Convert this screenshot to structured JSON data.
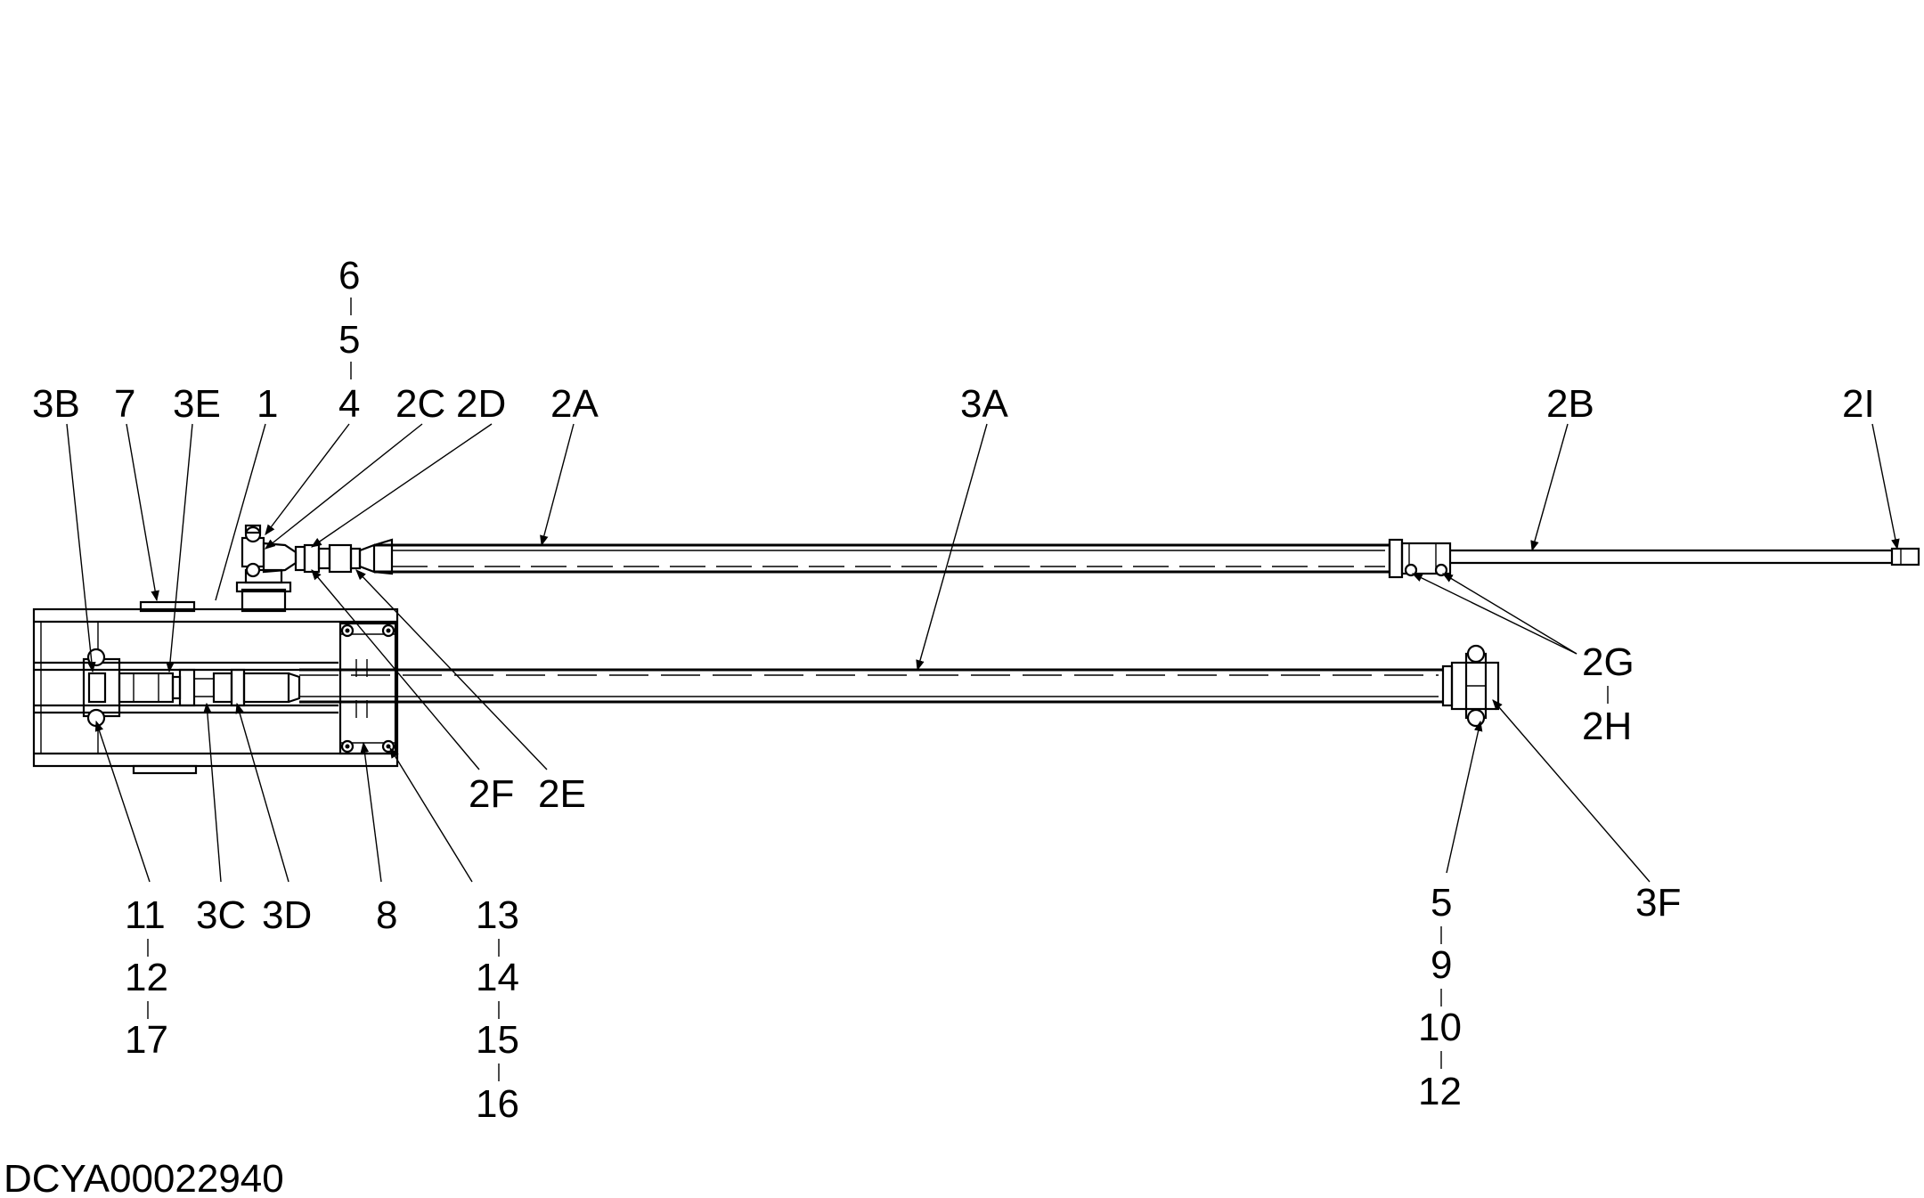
{
  "drawing_id": "DCYA00022940",
  "callouts": {
    "c3B": "3B",
    "c7": "7",
    "c3E": "3E",
    "c1": "1",
    "c6": "6",
    "c5": "5",
    "c4": "4",
    "c2C": "2C",
    "c2D": "2D",
    "c2A": "2A",
    "c3A": "3A",
    "c2B": "2B",
    "c2I": "2I",
    "c2G": "2G",
    "c2H": "2H",
    "c2F": "2F",
    "c2E": "2E",
    "c11": "11",
    "c12": "12",
    "c17": "17",
    "c3C": "3C",
    "c3D": "3D",
    "c8": "8",
    "c13": "13",
    "c14": "14",
    "c15": "15",
    "c16": "16",
    "c5b": "5",
    "c9": "9",
    "c10": "10",
    "c12b": "12",
    "c3F": "3F"
  }
}
